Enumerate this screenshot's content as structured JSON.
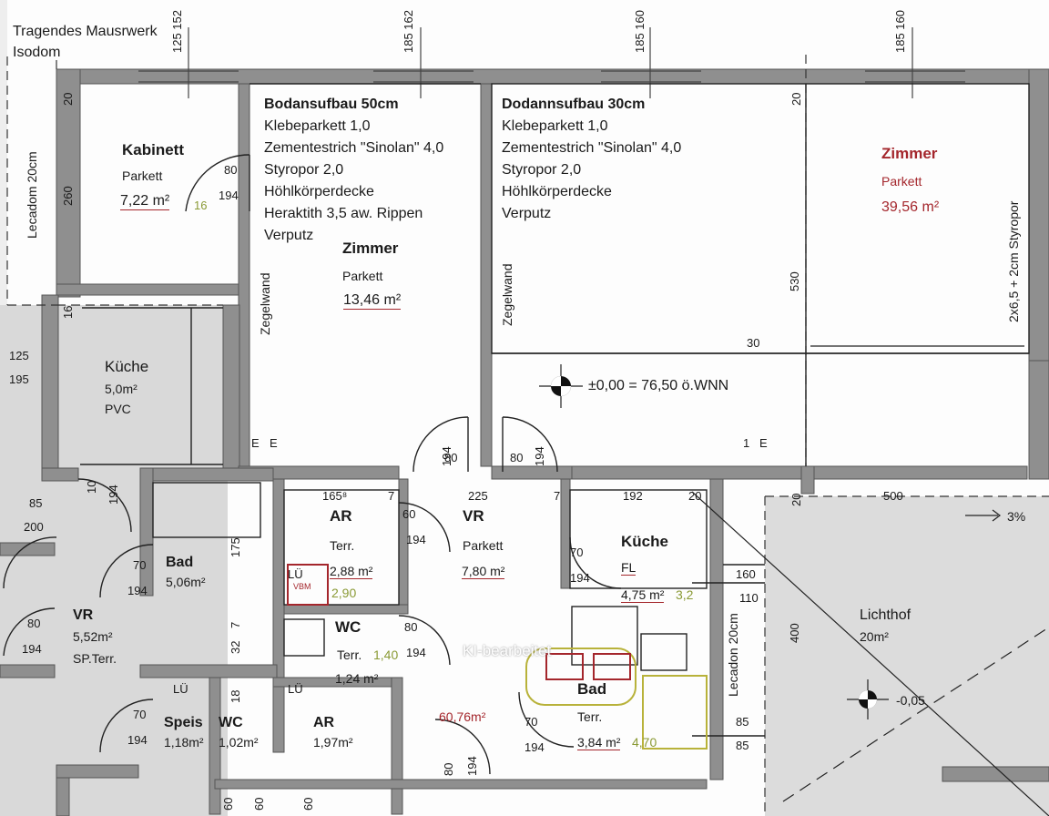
{
  "plan": {
    "wall_note": [
      "Tragendes Mausrwerk",
      "Isodom"
    ],
    "left_wall_note": "Lecadom 20cm",
    "right_wall_note": "2x6,5 + 2cm Styropor",
    "inner_wall_note": "Lecadon 20cm",
    "partition_label": "Zegelwand",
    "floor_build_a": {
      "title": "Bodansufbau 50cm",
      "layers": [
        "Klebeparkett 1,0",
        "Zementestrich \"Sinolan\" 4,0",
        "Styropor 2,0",
        "Höhlkörperdecke",
        "Heraktith 3,5 aw. Rippen",
        "Verputz"
      ]
    },
    "floor_build_b": {
      "title": "Dodannsufbau 30cm",
      "layers": [
        "Klebeparkett 1,0",
        "Zementestrich \"Sinolan\" 4,0",
        "Styropor 2,0",
        "Höhlkörperdecke",
        "Verputz"
      ]
    },
    "level_note": "±0,00 = 76,50 ö.WNN",
    "level_b": "-0,05",
    "slope": "3%",
    "total_area": "60,76m²",
    "watermark": "KI-bearbeitet",
    "rooms": {
      "kabinett": {
        "name": "Kabinett",
        "floor": "Parkett",
        "area": "7,22 m²",
        "extra": "16"
      },
      "zimmer1": {
        "name": "Zimmer",
        "floor": "Parkett",
        "area": "13,46 m²"
      },
      "zimmer2": {
        "name": "Zimmer",
        "floor": "Parkett",
        "area": "39,56 m²"
      },
      "kueche_l": {
        "name": "Küche",
        "area": "5,0m²",
        "floor": "PVC"
      },
      "ar1": {
        "name": "AR",
        "floor": "Terr.",
        "area": "2,88 m²",
        "extra": "2,90"
      },
      "vr_main": {
        "name": "VR",
        "floor": "Parkett",
        "area": "7,80 m²"
      },
      "kueche_r": {
        "name": "Küche",
        "floor": "FL",
        "area": "4,75 m²",
        "extra": "3,2"
      },
      "wc1": {
        "name": "WC",
        "floor": "Terr.",
        "extra": "1,40",
        "area": "1,24 m²"
      },
      "bad_l": {
        "name": "Bad",
        "area": "5,06m²"
      },
      "vr_l": {
        "name": "VR",
        "area": "5,52m²",
        "floor": "SP.Terr."
      },
      "speis": {
        "name": "Speis",
        "area": "1,18m²"
      },
      "wc2": {
        "name": "WC",
        "area": "1,02m²"
      },
      "ar2": {
        "name": "AR",
        "area": "1,97m²"
      },
      "bad_r": {
        "name": "Bad",
        "floor": "Terr.",
        "area": "3,84 m²",
        "extra": "4,70"
      },
      "lichthof": {
        "name": "Lichthof",
        "area": "20m²"
      }
    },
    "dims": {
      "top_1": "125 152",
      "top_2": "185 162",
      "top_3": "185 160",
      "top_4": "185 160",
      "d20a": "20",
      "d260": "260",
      "d80_k": "80",
      "d194_k": "194",
      "d20b": "20",
      "d530": "530",
      "d30": "30",
      "d16": "16",
      "d125": "125",
      "d195": "195",
      "d85": "85",
      "d200": "200",
      "d10": "10",
      "d194_a": "194",
      "d70_bad": "70",
      "d194_bad": "194",
      "d80_vr": "80",
      "d194_vr": "194",
      "d70_sp": "70",
      "d194_sp": "194",
      "d80_d1": "80",
      "d194_d1": "194",
      "d80_d2": "80",
      "d194_d2": "194",
      "d165": "165⁸",
      "d7a": "7",
      "d225": "225",
      "d7b": "7",
      "d192": "192",
      "d20c": "20",
      "d60": "60",
      "d194_ar": "194",
      "d70_k": "70",
      "d194_kr": "194",
      "d80_wc": "80",
      "d194_wc": "194",
      "d70_bad2": "70",
      "d194_bad2": "194",
      "d80_ent": "80",
      "d194_ent": "194",
      "d160": "160",
      "d110": "110",
      "d85a": "85",
      "d85b": "85",
      "d20d": "20",
      "d500": "500",
      "d400": "400",
      "d175": "175",
      "d7c": "7",
      "d32": "32",
      "d18": "18",
      "d60b": "60",
      "d60c": "60",
      "d60d": "60"
    },
    "markers": {
      "e1": "E",
      "e2": "E",
      "e3": "1",
      "e4": "E",
      "lu1": "LÜ",
      "lu2": "LÜ",
      "lu3": "LÜ",
      "vbm": "VBM"
    }
  }
}
